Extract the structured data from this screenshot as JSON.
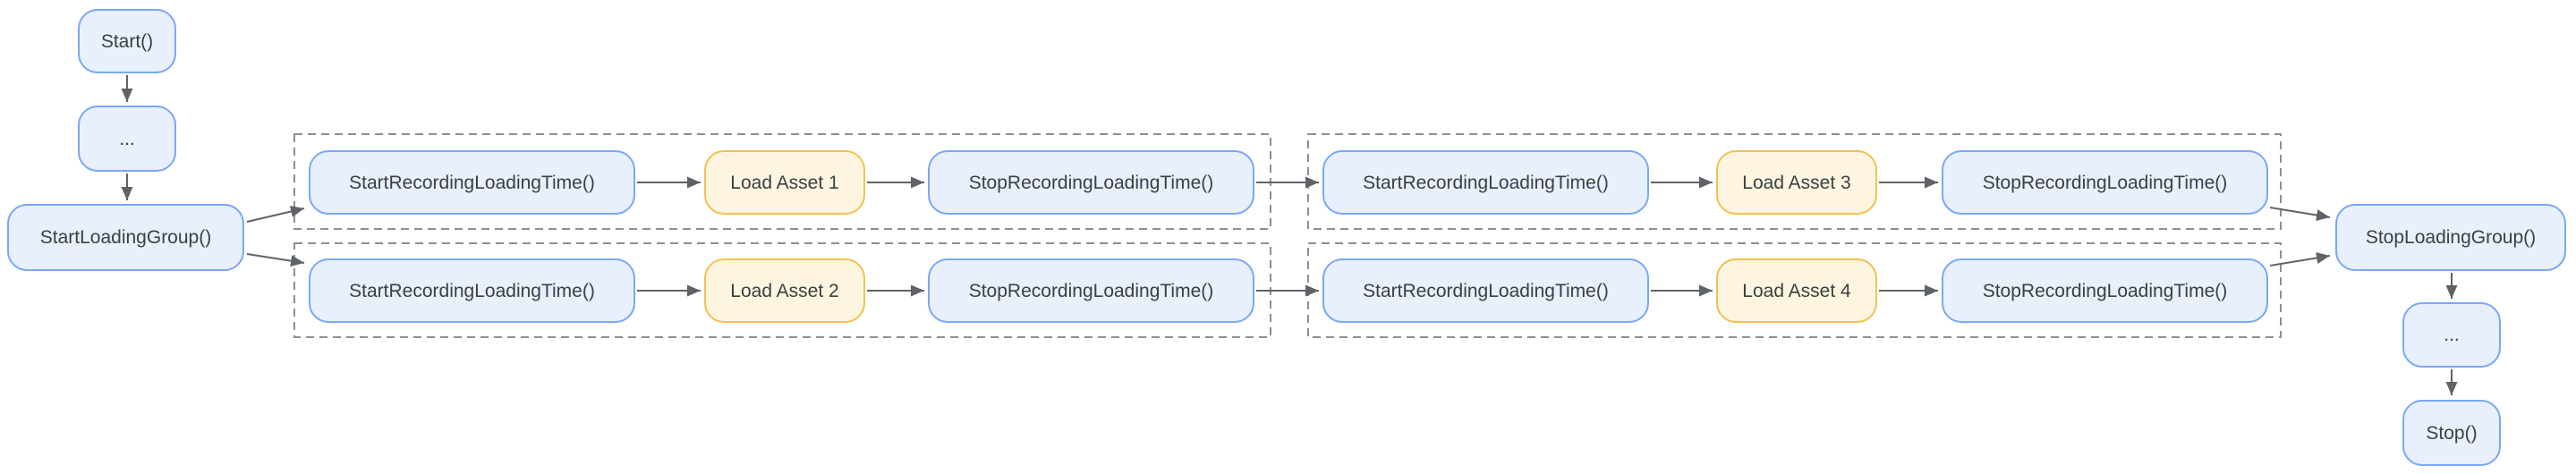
{
  "colors": {
    "node_fill_blue": "#e8effd",
    "node_border_blue": "#7aa7f7",
    "node_fill_yellow": "#fdf5df",
    "node_border_yellow": "#f2c14e",
    "text_color": "#3c4043",
    "arrow_color": "#5f6368",
    "group_border": "#8f8f8f",
    "bg_color": "#ffffff"
  },
  "flow": {
    "start": "Start()",
    "ellipsis_top": "...",
    "start_loading_group": "StartLoadingGroup()",
    "groups": [
      {
        "rows": [
          {
            "steps": [
              "StartRecordingLoadingTime()",
              "Load Asset 1",
              "StopRecordingLoadingTime()"
            ]
          },
          {
            "steps": [
              "StartRecordingLoadingTime()",
              "Load Asset 2",
              "StopRecordingLoadingTime()"
            ]
          }
        ]
      },
      {
        "rows": [
          {
            "steps": [
              "StartRecordingLoadingTime()",
              "Load Asset 3",
              "StopRecordingLoadingTime()"
            ]
          },
          {
            "steps": [
              "StartRecordingLoadingTime()",
              "Load Asset 4",
              "StopRecordingLoadingTime()"
            ]
          }
        ]
      }
    ],
    "stop_loading_group": "StopLoadingGroup()",
    "ellipsis_bottom": "...",
    "stop": "Stop()"
  }
}
